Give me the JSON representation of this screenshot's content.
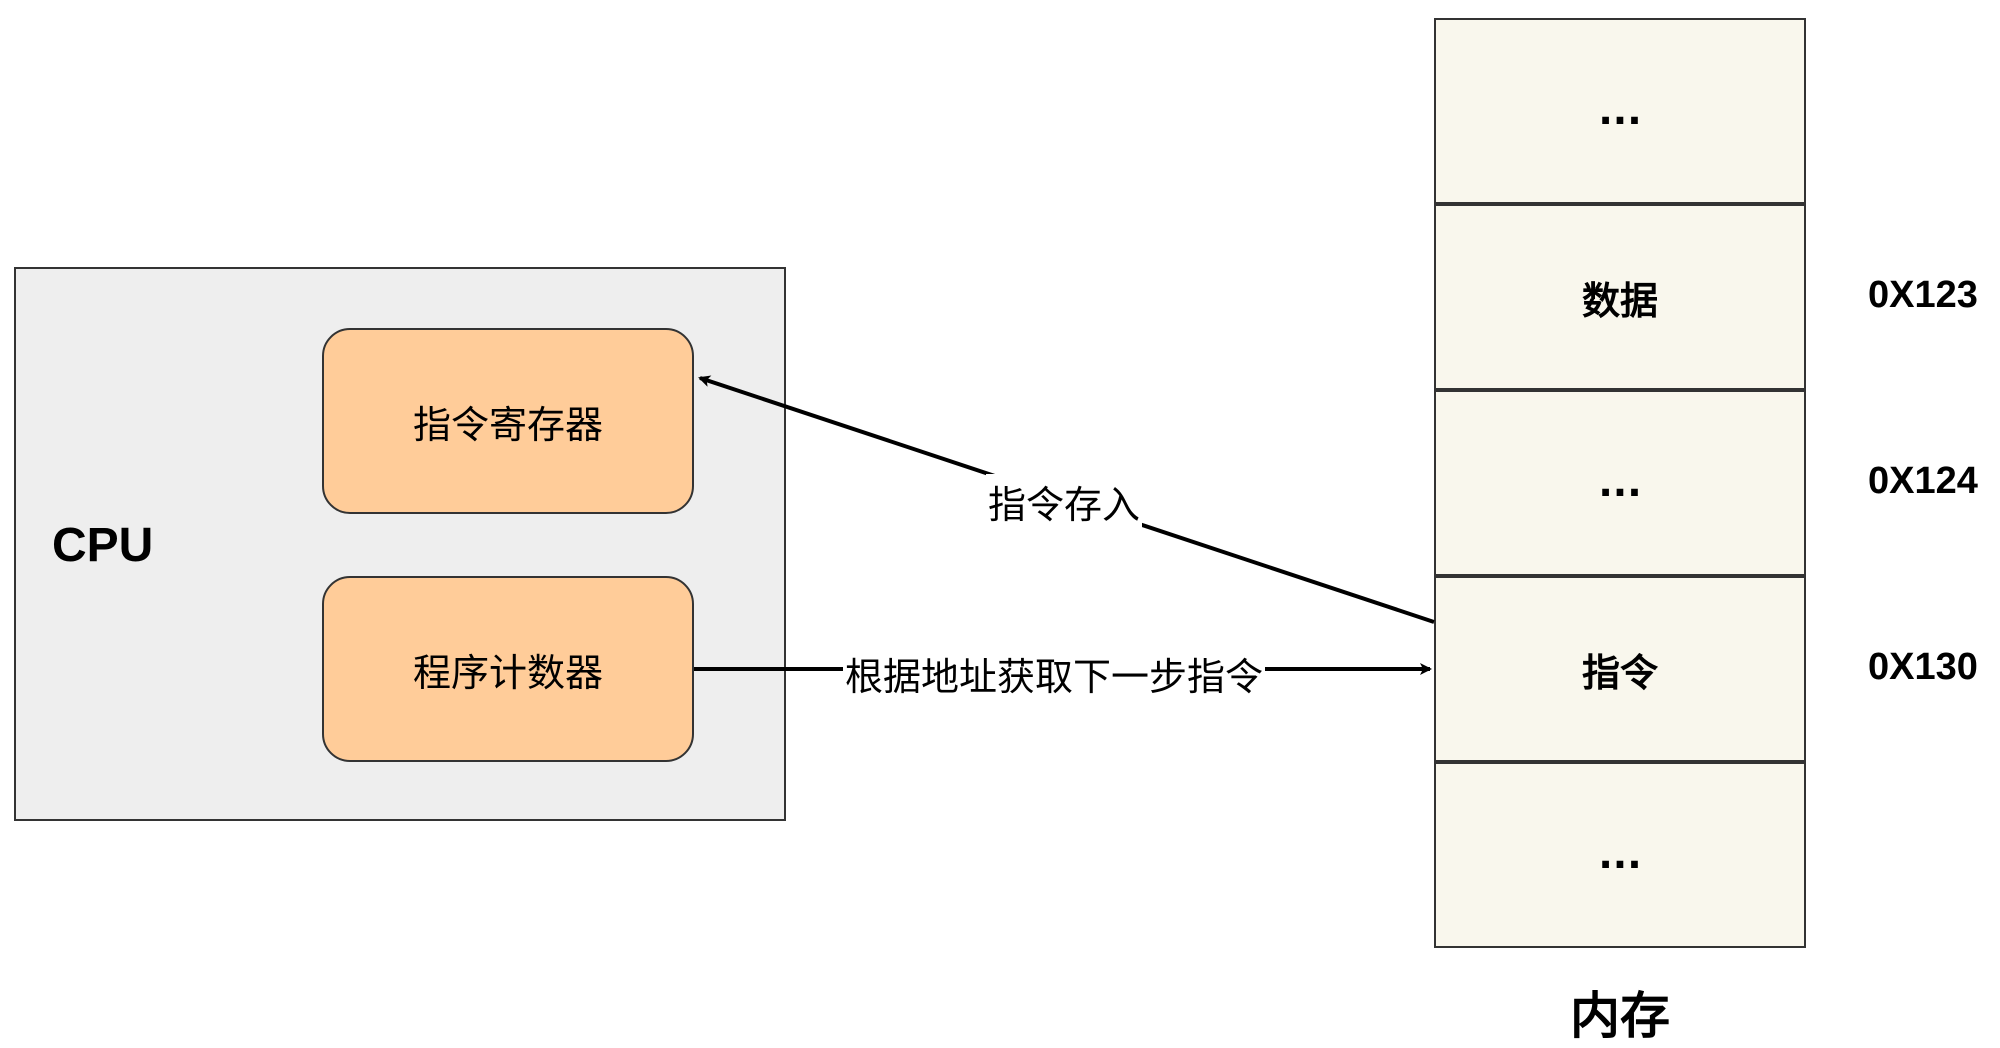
{
  "cpu": {
    "label": "CPU",
    "instruction_register": "指令寄存器",
    "program_counter": "程序计数器"
  },
  "memory": {
    "title": "内存",
    "cells": [
      {
        "text": "...",
        "address": ""
      },
      {
        "text": "数据",
        "address": "0X123"
      },
      {
        "text": "...",
        "address": "0X124"
      },
      {
        "text": "指令",
        "address": "0X130"
      },
      {
        "text": "...",
        "address": ""
      }
    ]
  },
  "edges": {
    "store_label": "指令存入",
    "fetch_label": "根据地址获取下一步指令"
  }
}
